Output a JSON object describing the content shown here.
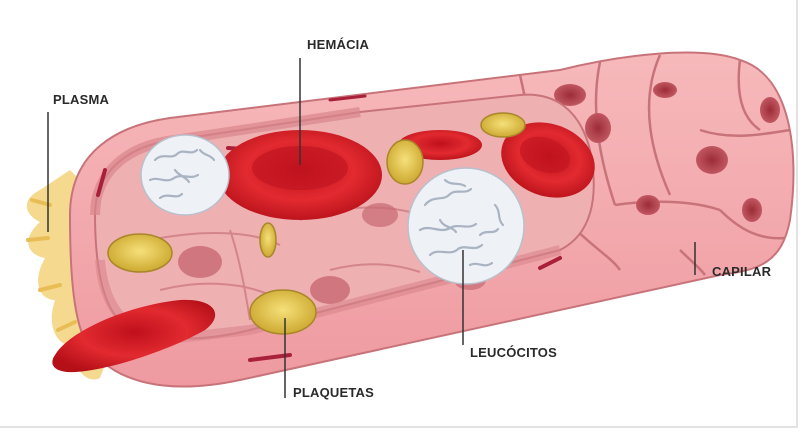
{
  "labels": {
    "hemacia": "HEMÁCIA",
    "plasma": "PLASMA",
    "capilar": "CAPILAR",
    "leucocitos": "LEUCÓCITOS",
    "plaquetas": "PLAQUETAS"
  },
  "colors": {
    "vessel_wall": "#f2a5a8",
    "vessel_inner": "#f0b0b0",
    "cell_border": "#c8737a",
    "red_cell": "#e0202a",
    "red_cell_dark": "#b8101a",
    "platelet": "#e8c84a",
    "leukocyte": "#eef1f6",
    "plasma": "#f3d27a"
  }
}
